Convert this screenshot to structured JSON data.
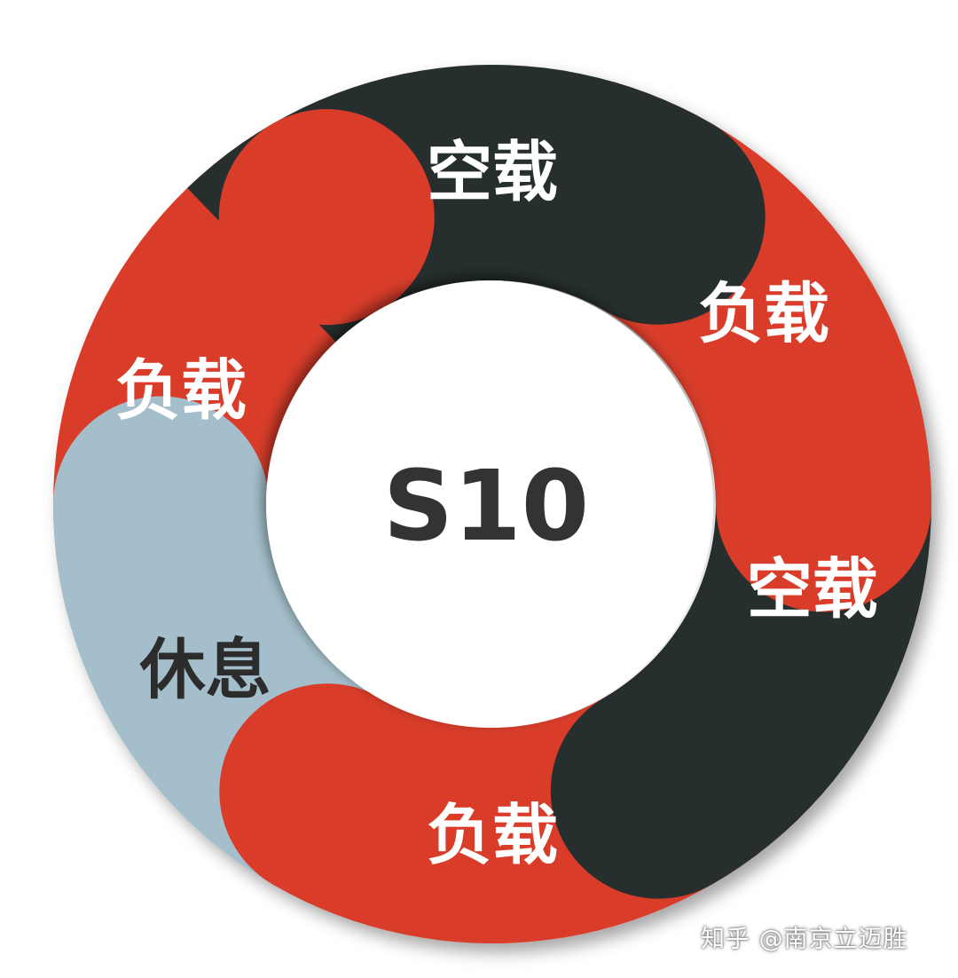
{
  "center_label": "S10",
  "segments": [
    {
      "label": "空载",
      "color": "#262d2f",
      "text_color": "#ffffff"
    },
    {
      "label": "负载",
      "color": "#d93c2c",
      "text_color": "#ffffff"
    },
    {
      "label": "空载",
      "color": "#262d2f",
      "text_color": "#ffffff"
    },
    {
      "label": "负载",
      "color": "#d93c2c",
      "text_color": "#ffffff"
    },
    {
      "label": "休息",
      "color": "#a4bfcb",
      "text_color": "#2c2c2c"
    },
    {
      "label": "负载",
      "color": "#d93c2c",
      "text_color": "#ffffff"
    }
  ],
  "colors": {
    "center_text": "#333333",
    "background": "#ffffff"
  },
  "watermark": "知乎 @南京立迈胜"
}
